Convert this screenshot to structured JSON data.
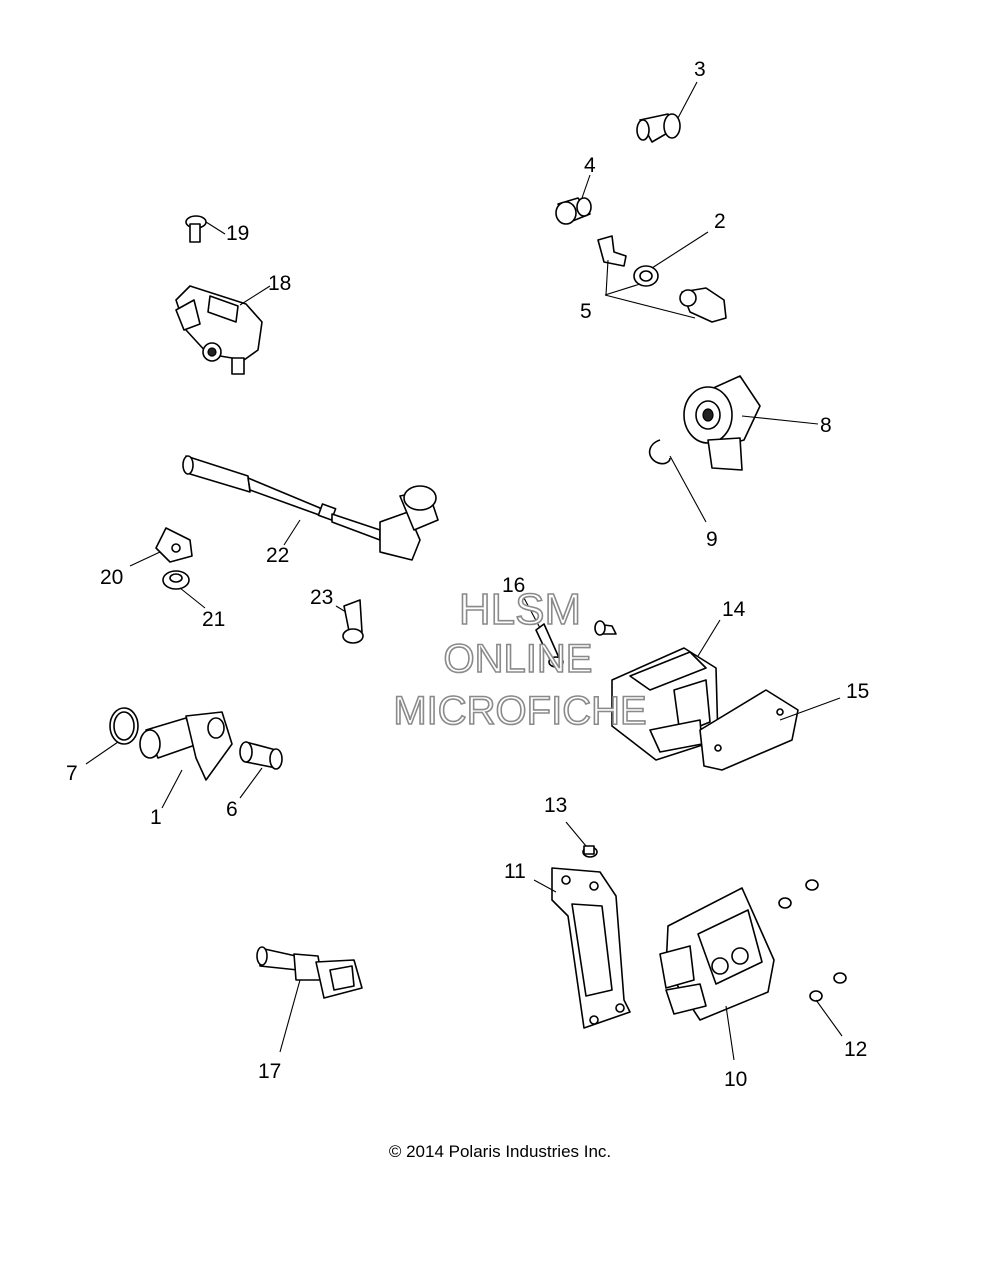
{
  "callouts": {
    "n1": "1",
    "n2": "2",
    "n3": "3",
    "n4": "4",
    "n5": "5",
    "n6": "6",
    "n7": "7",
    "n8": "8",
    "n9": "9",
    "n10": "10",
    "n11": "11",
    "n12": "12",
    "n13": "13",
    "n14": "14",
    "n15": "15",
    "n16": "16",
    "n17": "17",
    "n18": "18",
    "n19": "19",
    "n20": "20",
    "n21": "21",
    "n22": "22",
    "n23": "23"
  },
  "watermark": {
    "line1": "HLSM",
    "line2": "ONLINE",
    "line3": "MICROFICHE"
  },
  "footer": {
    "copyright": "© 2014 Polaris Industries Inc."
  }
}
